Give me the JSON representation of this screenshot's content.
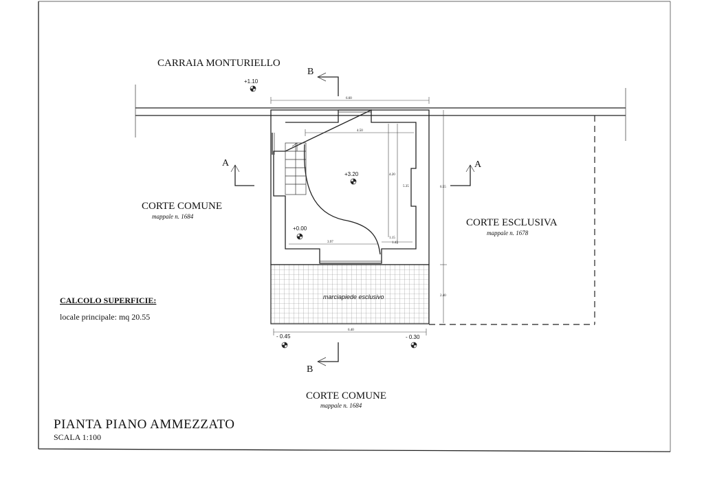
{
  "road": {
    "name": "CARRAIA MONTURIELLO"
  },
  "areas": {
    "corte_comune_left": {
      "name": "CORTE COMUNE",
      "mappale": "mappale n. 1684"
    },
    "corte_esclusiva": {
      "name": "CORTE ESCLUSIVA",
      "mappale": "mappale n. 1678"
    },
    "corte_comune_bottom": {
      "name": "CORTE COMUNE",
      "mappale": "mappale n. 1684"
    },
    "marciapiede": "marciapiede esclusivo"
  },
  "sections": {
    "a_left": "A",
    "a_right": "A",
    "b_top": "B",
    "b_bottom": "B"
  },
  "elevations": {
    "road": "+1.10",
    "upper_floor": "+3.20",
    "ground": "+0.00",
    "bottom_left": "- 0.45",
    "bottom_right": "- 0.30"
  },
  "dimensions": {
    "top_width": "6.60",
    "inner_width": "4.50",
    "inner_height": "4.20",
    "total_height": "5.35",
    "outer_height": "6.55",
    "small_1": "1.15",
    "small_2": "1.43",
    "width_3": "3.97",
    "marciapiede_depth": "2.40",
    "bottom_width": "6.40"
  },
  "calcolo": {
    "heading": "CALCOLO SUPERFICIE:",
    "line": "locale principale:  mq 20.55"
  },
  "title": {
    "main": "PIANTA PIANO AMMEZZATO",
    "scale": "SCALA 1:100"
  }
}
